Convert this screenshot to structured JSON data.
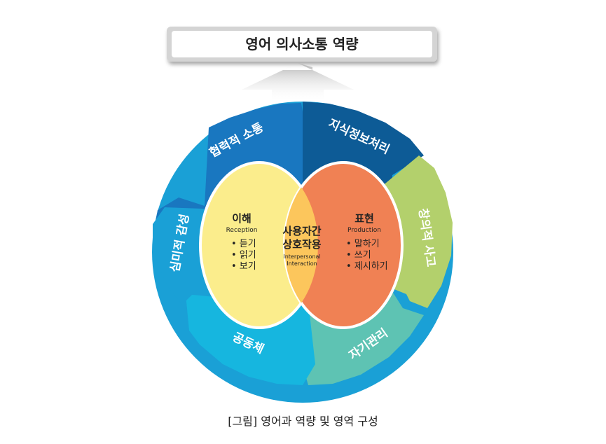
{
  "title": "영어 의사소통 역량",
  "outer_competencies": {
    "collaborative": "협력적 소통",
    "info": "지식정보처리",
    "creative": "창의적 사고",
    "self": "자기관리",
    "community": "공동체",
    "aesthetic": "심미적 감성"
  },
  "reception": {
    "title": "이해",
    "subtitle": "Reception",
    "items": [
      "• 듣기",
      "• 읽기",
      "• 보기"
    ]
  },
  "interaction": {
    "title_line1": "사용자간",
    "title_line2": "상호작용",
    "subtitle_line1": "Interpersonal",
    "subtitle_line2": "Interaction"
  },
  "production": {
    "title": "표현",
    "subtitle": "Production",
    "items": [
      "• 말하기",
      "• 쓰기",
      "• 제시하기"
    ]
  },
  "caption": "[그림] 영어과 역량 및 영역 구성",
  "colors": {
    "navy": "#0d5b96",
    "blue": "#1977c0",
    "sky": "#1aa0d6",
    "cyan": "#16b6df",
    "teal": "#5ec3b3",
    "lime": "#b3d06c",
    "yellow": "#fbed8c",
    "orange": "#f08154",
    "overlap": "#fcc65c"
  }
}
